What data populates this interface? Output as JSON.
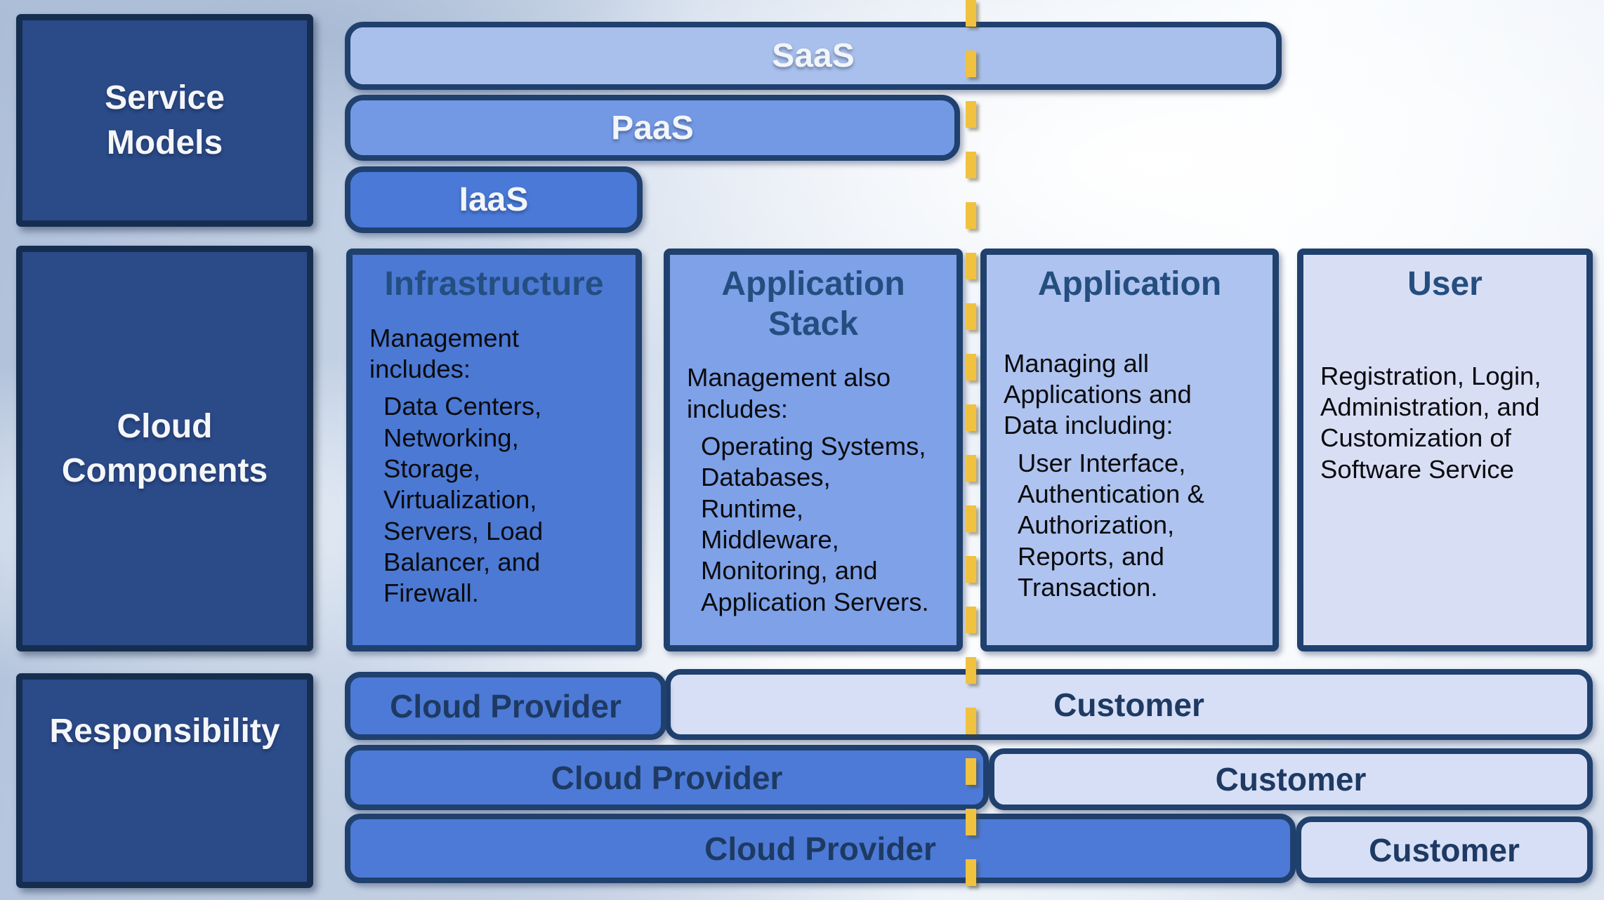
{
  "left_column": {
    "service_models_label": "Service\nModels",
    "cloud_components_label": "Cloud\nComponents",
    "responsibility_label": "Responsibility"
  },
  "service_models": {
    "saas_label": "SaaS",
    "paas_label": "PaaS",
    "iaas_label": "IaaS"
  },
  "components": {
    "infrastructure": {
      "title": "Infrastructure",
      "intro": "Management\nincludes:",
      "items": "Data Centers,\nNetworking,\nStorage,\nVirtualization,\nServers, Load\nBalancer, and\nFirewall."
    },
    "application_stack": {
      "title": "Application\nStack",
      "intro": "Management also\nincludes:",
      "items": "Operating Systems,\nDatabases,\nRuntime,\nMiddleware,\nMonitoring, and\nApplication Servers."
    },
    "application": {
      "title": "Application",
      "intro": "Managing all\nApplications and\nData including:",
      "items": "User Interface,\nAuthentication &\nAuthorization,\nReports, and\nTransaction."
    },
    "user": {
      "title": "User",
      "intro": "Registration, Login,\nAdministration, and\nCustomization of\nSoftware Service",
      "items": ""
    }
  },
  "responsibility_rows": {
    "row1": {
      "provider": "Cloud Provider",
      "customer": "Customer"
    },
    "row2": {
      "provider": "Cloud Provider",
      "customer": "Customer"
    },
    "row3": {
      "provider": "Cloud Provider",
      "customer": "Customer"
    }
  },
  "colors": {
    "navy_box_fill": "#2b4a88",
    "navy_box_border": "#152e50",
    "bar_border_navy": "#20406e",
    "saas_fill": "#a9c0ec",
    "paas_fill": "#7499e4",
    "iaas_fill": "#4a79d8",
    "infrastructure_fill": "#4b79d4",
    "application_stack_fill": "#7ea1e8",
    "application_fill": "#aec3ef",
    "user_fill": "#d8dff5",
    "provider_fill": "#4c7ad6",
    "customer_fill": "#d7dff6",
    "title_text_navy": "#254e80",
    "row_label_navy": "#1e3a63",
    "divider_gold": "#f0c240"
  }
}
